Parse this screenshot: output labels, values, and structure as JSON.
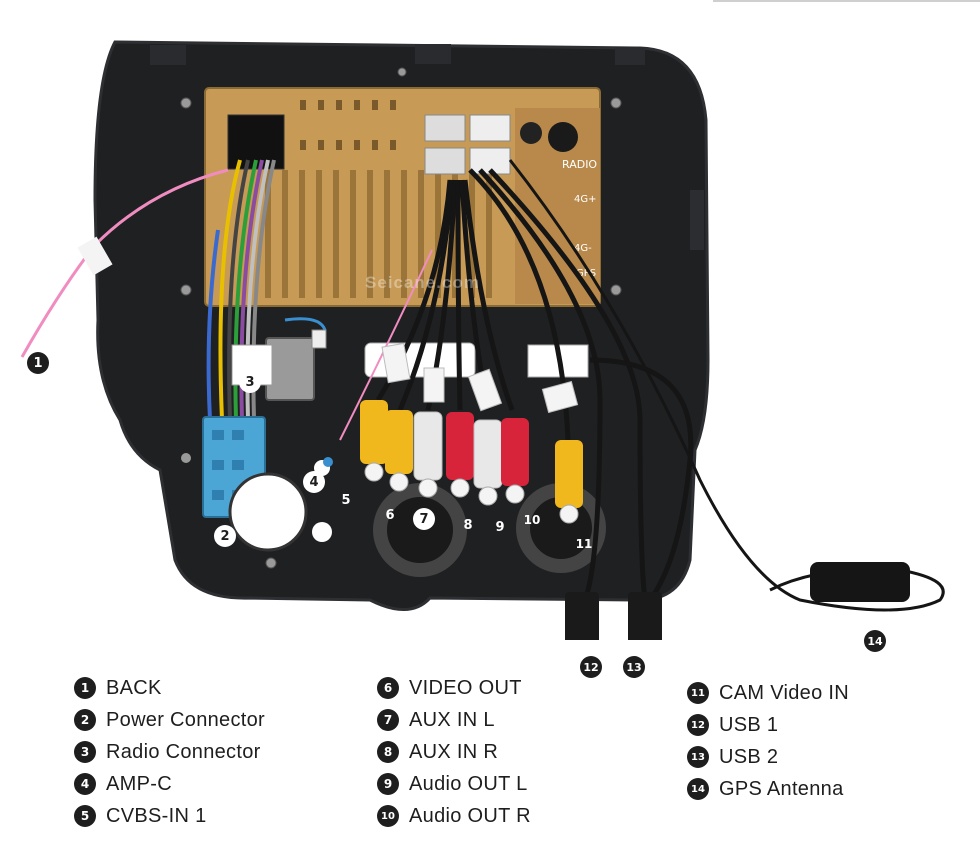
{
  "watermark": "Seicane.com",
  "labels": {
    "radio": "RADIO",
    "g4_plus": "4G+",
    "g4_minus": "4G-",
    "gps": "GPS"
  },
  "badges": {
    "b1": "1",
    "b2": "2",
    "b3": "3",
    "b4": "4",
    "b5": "5",
    "b6": "6",
    "b7": "7",
    "b8": "8",
    "b9": "9",
    "b10": "10",
    "b11": "11",
    "b12": "12",
    "b13": "13",
    "b14": "14"
  },
  "legend": {
    "col1": [
      {
        "num": "1",
        "label": "BACK"
      },
      {
        "num": "2",
        "label": "Power Connector"
      },
      {
        "num": "3",
        "label": "Radio Connector"
      },
      {
        "num": "4",
        "label": "AMP-C"
      },
      {
        "num": "5",
        "label": "CVBS-IN 1"
      }
    ],
    "col2": [
      {
        "num": "6",
        "label": "VIDEO OUT"
      },
      {
        "num": "7",
        "label": "AUX IN L"
      },
      {
        "num": "8",
        "label": "AUX IN R"
      },
      {
        "num": "9",
        "label": "Audio OUT L"
      },
      {
        "num": "10",
        "label": "Audio OUT R"
      }
    ],
    "col3": [
      {
        "num": "11",
        "label": "CAM Video IN"
      },
      {
        "num": "12",
        "label": "USB 1"
      },
      {
        "num": "13",
        "label": "USB 2"
      },
      {
        "num": "14",
        "label": "GPS Antenna"
      }
    ]
  },
  "colors": {
    "frame": "#1f2022",
    "board": "#c79a55",
    "yellow": "#f0b81c",
    "white": "#e8e8e8",
    "red": "#d8243a",
    "blue": "#3a8fd0",
    "pink": "#f08cc0"
  }
}
